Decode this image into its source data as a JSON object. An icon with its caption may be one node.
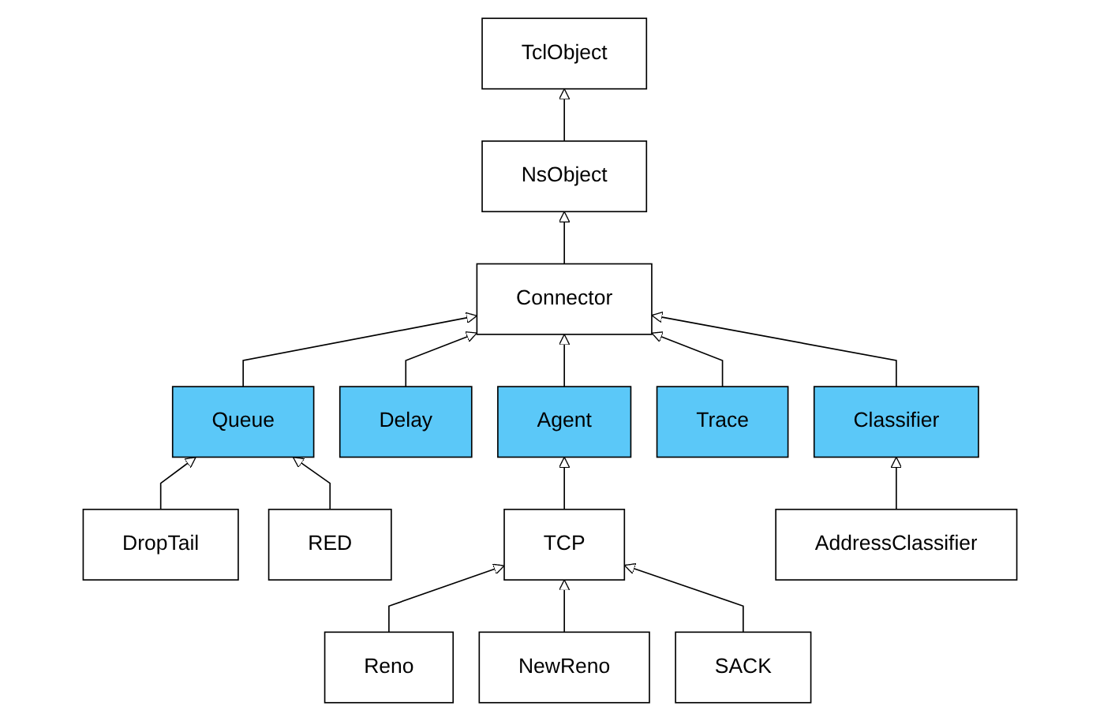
{
  "diagram": {
    "nodes": [
      {
        "text": [
          "TclObject"
        ]
      },
      {
        "text": [
          "NsObject"
        ]
      },
      {
        "text": [
          "Connector"
        ]
      },
      {
        "text": [
          "Queue"
        ]
      },
      {
        "text": [
          "Delay"
        ]
      },
      {
        "text": [
          "Agent"
        ]
      },
      {
        "text": [
          "Trace"
        ]
      },
      {
        "text": [
          "Classifier"
        ]
      },
      {
        "text": [
          "TCP"
        ]
      },
      {
        "text": [
          "DropTail"
        ]
      },
      {
        "text": [
          "RED"
        ]
      },
      {
        "text": [
          "Reno"
        ]
      },
      {
        "text": [
          "NewReno"
        ]
      },
      {
        "text": [
          "SACK"
        ]
      },
      {
        "text": [
          "AddressClassifier"
        ]
      }
    ],
    "edges": [
      {
        "from": 1,
        "to": 0,
        "arrow": "to"
      },
      {
        "from": 2,
        "to": 1,
        "arrow": "to"
      },
      {
        "from": 3,
        "to": 2,
        "arrow": "to"
      },
      {
        "from": 4,
        "to": 2,
        "arrow": "to"
      },
      {
        "from": 5,
        "to": 2,
        "arrow": "to"
      },
      {
        "from": 6,
        "to": 2,
        "arrow": "to"
      },
      {
        "from": 7,
        "to": 2,
        "arrow": "to"
      },
      {
        "from": 8,
        "to": 5,
        "arrow": "to"
      },
      {
        "from": 9,
        "to": 3,
        "arrow": "to"
      },
      {
        "from": 10,
        "to": 3,
        "arrow": "to"
      },
      {
        "from": 11,
        "to": 8,
        "arrow": "to"
      },
      {
        "from": 12,
        "to": 8,
        "arrow": "to"
      },
      {
        "from": 13,
        "to": 8,
        "arrow": "to"
      },
      {
        "from": 14,
        "to": 7,
        "arrow": "to"
      }
    ]
  }
}
